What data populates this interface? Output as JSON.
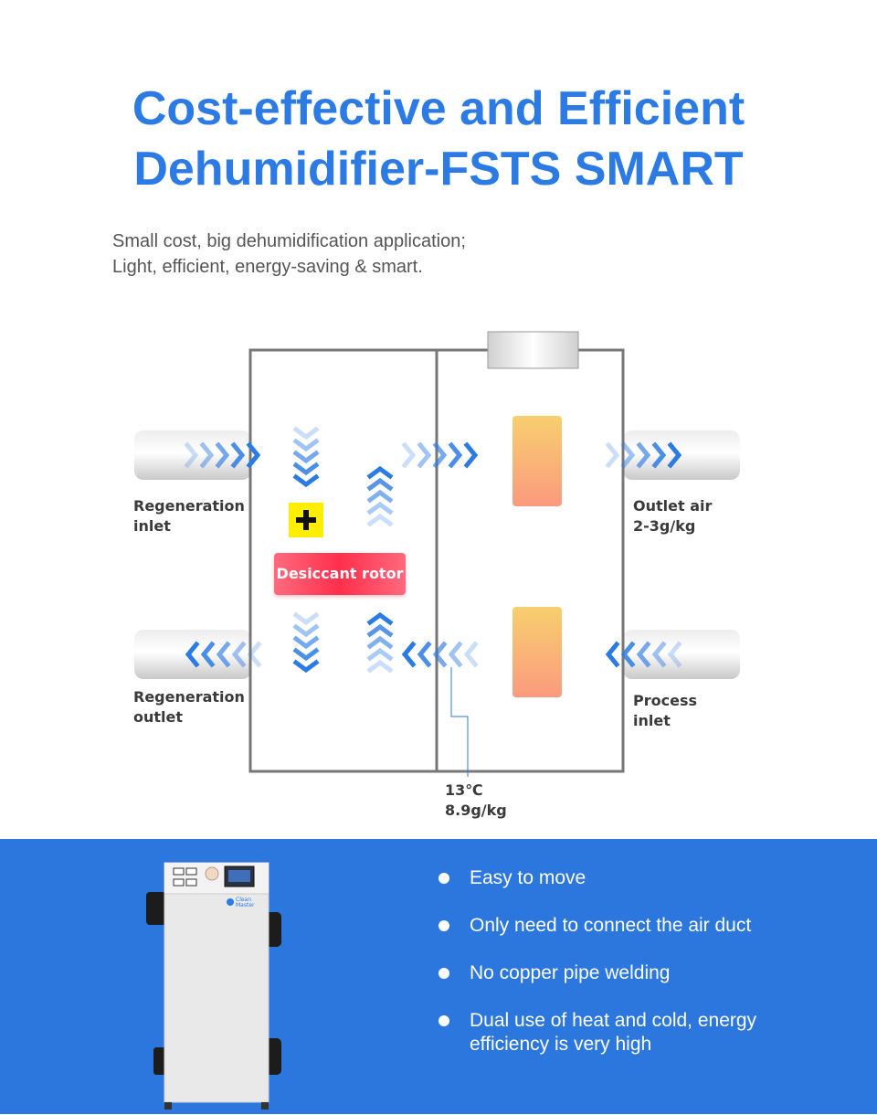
{
  "header": {
    "title_line1": "Cost-effective and Efficient",
    "title_line2": "Dehumidifier-FSTS SMART",
    "subtitle_line1": "Small cost, big dehumidification application;",
    "subtitle_line2": "Light, efficient, energy-saving & smart."
  },
  "diagram": {
    "labels": {
      "regeneration_inlet": [
        "Regeneration",
        "inlet"
      ],
      "regeneration_outlet": [
        "Regeneration",
        "outlet"
      ],
      "outlet_air": [
        "Outlet air",
        "2-3g/kg"
      ],
      "process_inlet": [
        "Process",
        "inlet"
      ],
      "condition": [
        "13℃",
        "8.9g/kg"
      ],
      "rotor": "Desiccant rotor"
    },
    "colors": {
      "arrow": "#2c7be5",
      "frame": "#777777",
      "heater": "#f5a676",
      "rotor": "#ff3d56",
      "plus": "#ffee00"
    }
  },
  "product": {
    "brand_line1": "Clean",
    "brand_line2": "Master"
  },
  "features": {
    "items": [
      {
        "lines": [
          "Easy to move"
        ]
      },
      {
        "lines": [
          "Only need to connect the air duct"
        ]
      },
      {
        "lines": [
          "No copper pipe welding"
        ]
      },
      {
        "lines": [
          "Dual use of heat and cold, energy",
          "efficiency is very high"
        ]
      }
    ]
  }
}
